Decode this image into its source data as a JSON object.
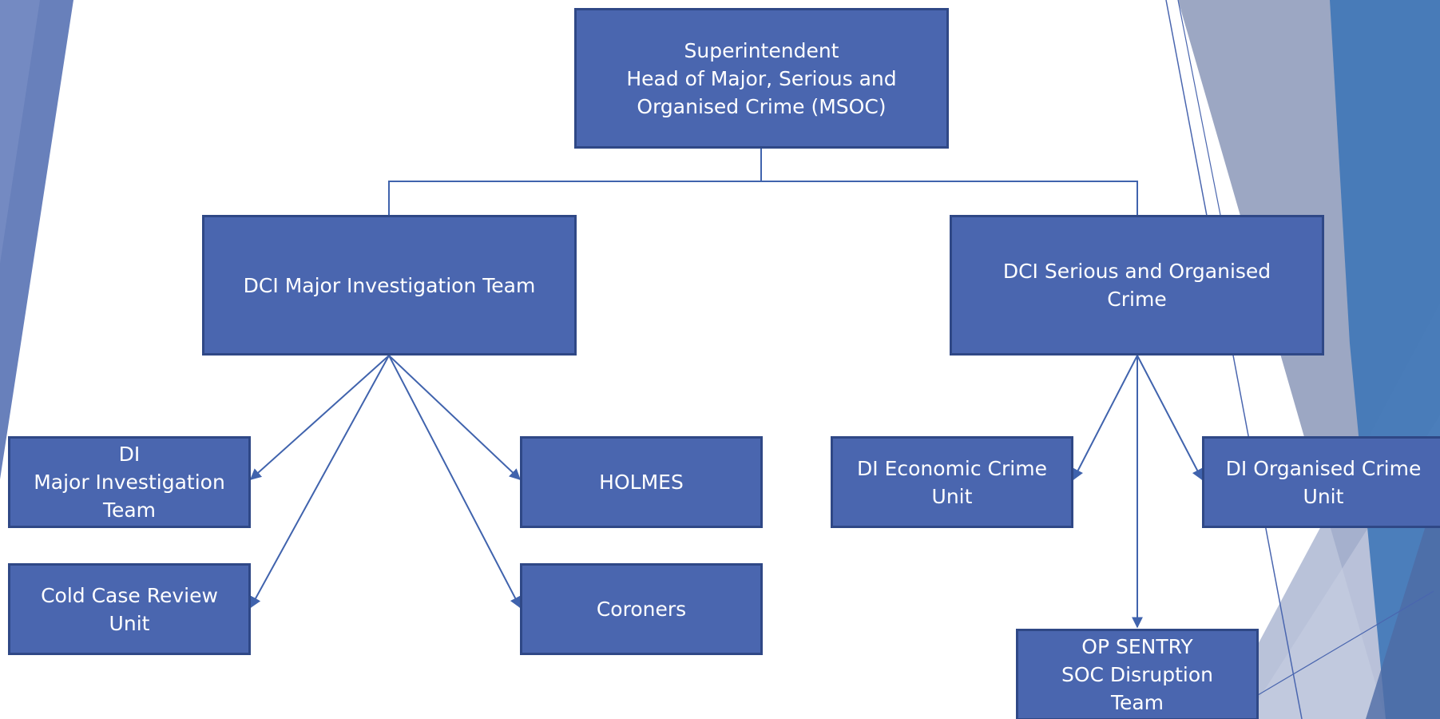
{
  "theme": {
    "box_fill": "#4a66af",
    "box_border": "#2f4886",
    "text_color": "#ffffff",
    "connector_color": "#4063ad",
    "background": "#ffffff",
    "accent_blue": "#3f77b7",
    "accent_light": "#9aa6c7"
  },
  "chart": {
    "nodes": {
      "superintendent": {
        "text": "Superintendent\nHead of Major, Serious and\nOrganised Crime (MSOC)"
      },
      "dci_mit": {
        "text": "DCI Major Investigation Team"
      },
      "dci_soc": {
        "text": "DCI Serious and Organised\nCrime"
      },
      "di_mit": {
        "text": "DI\nMajor Investigation\nTeam"
      },
      "cold_case": {
        "text": "Cold Case Review\nUnit"
      },
      "holmes": {
        "text": "HOLMES"
      },
      "coroners": {
        "text": "Coroners"
      },
      "di_economic": {
        "text": "DI Economic Crime\nUnit"
      },
      "di_organised": {
        "text": "DI Organised Crime\nUnit"
      },
      "op_sentry": {
        "text": "OP SENTRY\nSOC Disruption\nTeam"
      }
    },
    "edges": [
      {
        "from": "superintendent",
        "to": "dci_mit",
        "style": "elbow"
      },
      {
        "from": "superintendent",
        "to": "dci_soc",
        "style": "elbow"
      },
      {
        "from": "dci_mit",
        "to": "di_mit",
        "style": "arrow"
      },
      {
        "from": "dci_mit",
        "to": "cold_case",
        "style": "arrow"
      },
      {
        "from": "dci_mit",
        "to": "holmes",
        "style": "arrow"
      },
      {
        "from": "dci_mit",
        "to": "coroners",
        "style": "arrow"
      },
      {
        "from": "dci_soc",
        "to": "di_economic",
        "style": "arrow"
      },
      {
        "from": "dci_soc",
        "to": "op_sentry",
        "style": "arrow"
      },
      {
        "from": "dci_soc",
        "to": "di_organised",
        "style": "arrow"
      }
    ]
  }
}
